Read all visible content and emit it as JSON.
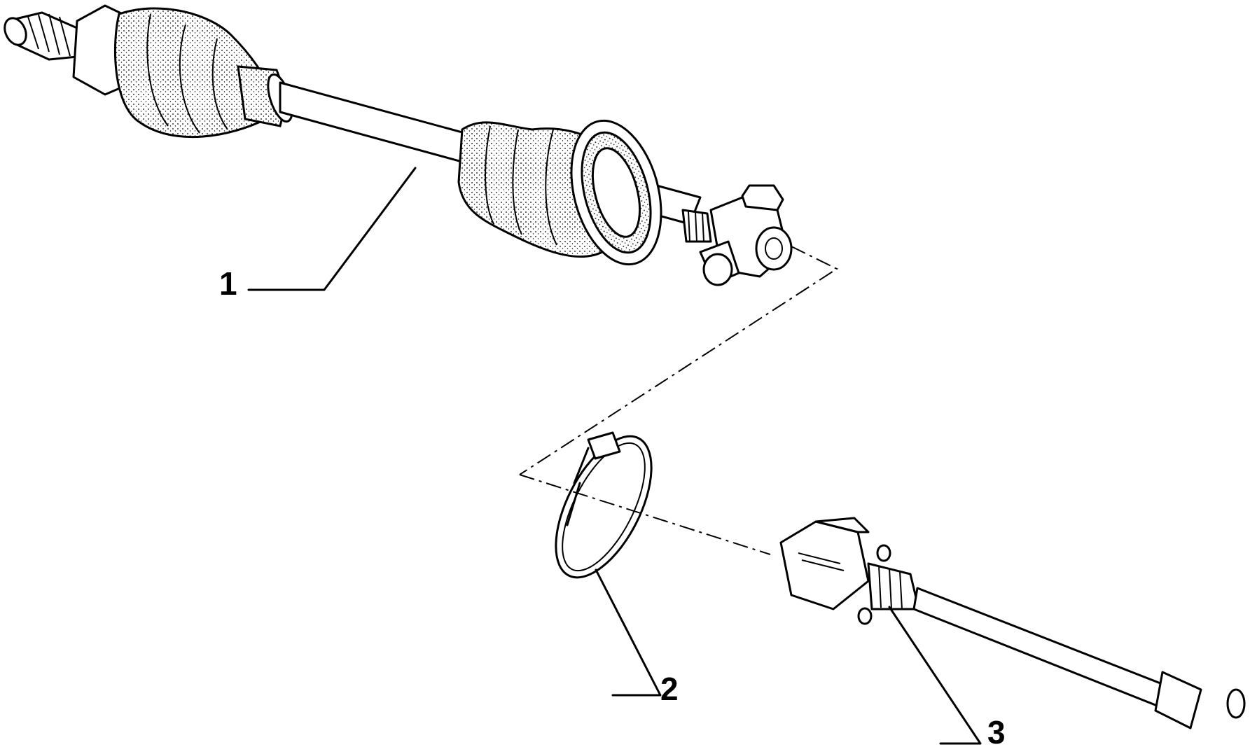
{
  "diagram": {
    "callouts": [
      {
        "id": "1",
        "label": "1",
        "part": "drive-shaft-assembly"
      },
      {
        "id": "2",
        "label": "2",
        "part": "boot-clamp"
      },
      {
        "id": "3",
        "label": "3",
        "part": "inner-joint-shaft"
      }
    ],
    "colors": {
      "line": "#000000",
      "background": "#ffffff"
    }
  }
}
